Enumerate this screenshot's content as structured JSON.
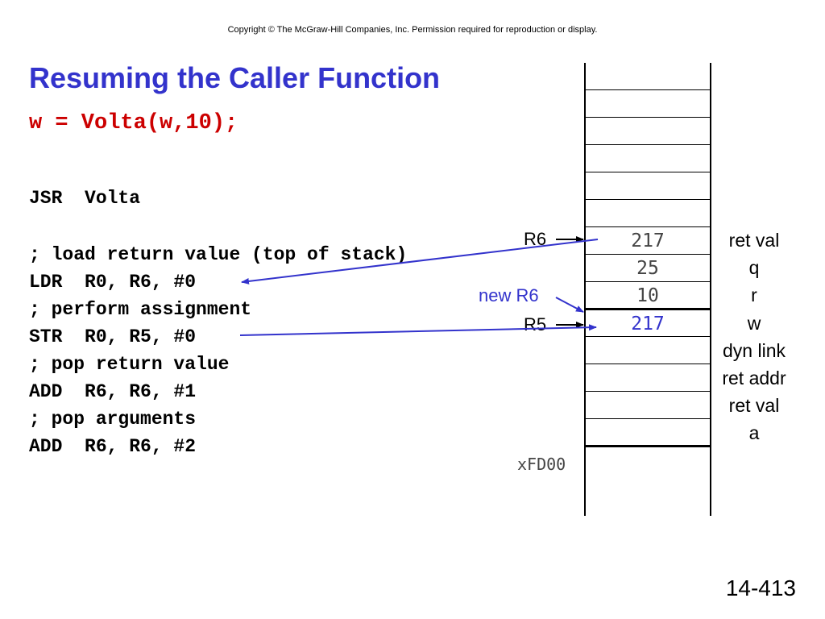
{
  "copyright": "Copyright © The McGraw-Hill Companies, Inc.  Permission required for reproduction or display.",
  "title": "Resuming the Caller Function",
  "call_line": "w = Volta(w,10);",
  "code_lines": [
    "JSR  Volta",
    "",
    "; load return value (top of stack)",
    "LDR  R0, R6, #0",
    "; perform assignment",
    "STR  R0, R5, #0",
    "; pop return value",
    "ADD  R6, R6, #1",
    "; pop arguments",
    "ADD  R6, R6, #2"
  ],
  "stack_values": [
    "217",
    "25",
    "10",
    "217"
  ],
  "stack_labels": [
    "ret val",
    "q",
    "r",
    "w",
    "dyn link",
    "ret addr",
    "ret val",
    "a"
  ],
  "pointers": {
    "r6": "R6",
    "new_r6": "new R6",
    "r5": "R5"
  },
  "base_address": "xFD00",
  "slide_number": "14-413",
  "colors": {
    "title": "#3333cc",
    "call_line": "#cc0000",
    "arrow": "#3333cc",
    "highlight_value": "#3333cc"
  }
}
